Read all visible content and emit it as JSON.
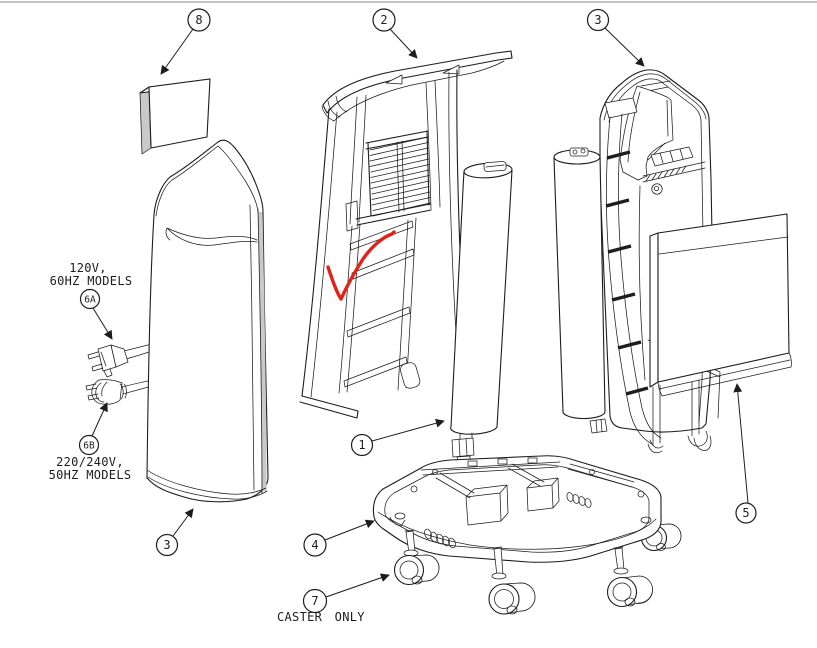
{
  "colors": {
    "line": "#1d1d1d",
    "shade": "#c9c9c9",
    "annotation_red": "#e32119",
    "background": "#ffffff"
  },
  "callouts": {
    "filter_pad": "8",
    "chassis": "2",
    "rear_panel": "3",
    "cord_120v": "6A",
    "cord_230v": "6B",
    "front_panel": "3",
    "filter_cartridge": "1",
    "base": "4",
    "caster": "7",
    "side_panel": "5"
  },
  "labels": {
    "models_120v_line1": "120V,",
    "models_120v_line2": "60HZ MODELS",
    "models_230v_line1": "220/240V,",
    "models_230v_line2": "50HZ MODELS",
    "caster_only": "CASTER ONLY"
  }
}
